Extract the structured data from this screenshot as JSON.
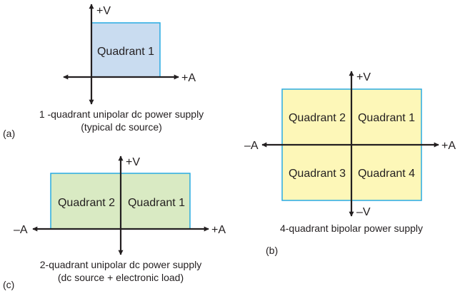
{
  "colors": {
    "axis": "#231f20",
    "border": "#29abe2",
    "fill_a": "#c9dcf0",
    "fill_c": "#d9eac3",
    "fill_b": "#fdf7b8"
  },
  "panels": {
    "a": {
      "tag": "(a)",
      "axis_v_pos": "+V",
      "axis_a_pos": "+A",
      "quadrants": [
        "Quadrant 1"
      ],
      "caption_line1": "1 -quadrant unipolar dc power supply",
      "caption_line2": "(typical dc source)"
    },
    "b": {
      "tag": "(b)",
      "axis_v_pos": "+V",
      "axis_v_neg": "–V",
      "axis_a_pos": "+A",
      "axis_a_neg": "–A",
      "quadrants": [
        "Quadrant 2",
        "Quadrant 1",
        "Quadrant 3",
        "Quadrant 4"
      ],
      "caption_line1": "4-quadrant bipolar power supply"
    },
    "c": {
      "tag": "(c)",
      "axis_v_pos": "+V",
      "axis_a_pos": "+A",
      "axis_a_neg": "–A",
      "quadrants": [
        "Quadrant 2",
        "Quadrant 1"
      ],
      "caption_line1": "2-quadrant unipolar dc power supply",
      "caption_line2": "(dc source + electronic load)"
    }
  }
}
